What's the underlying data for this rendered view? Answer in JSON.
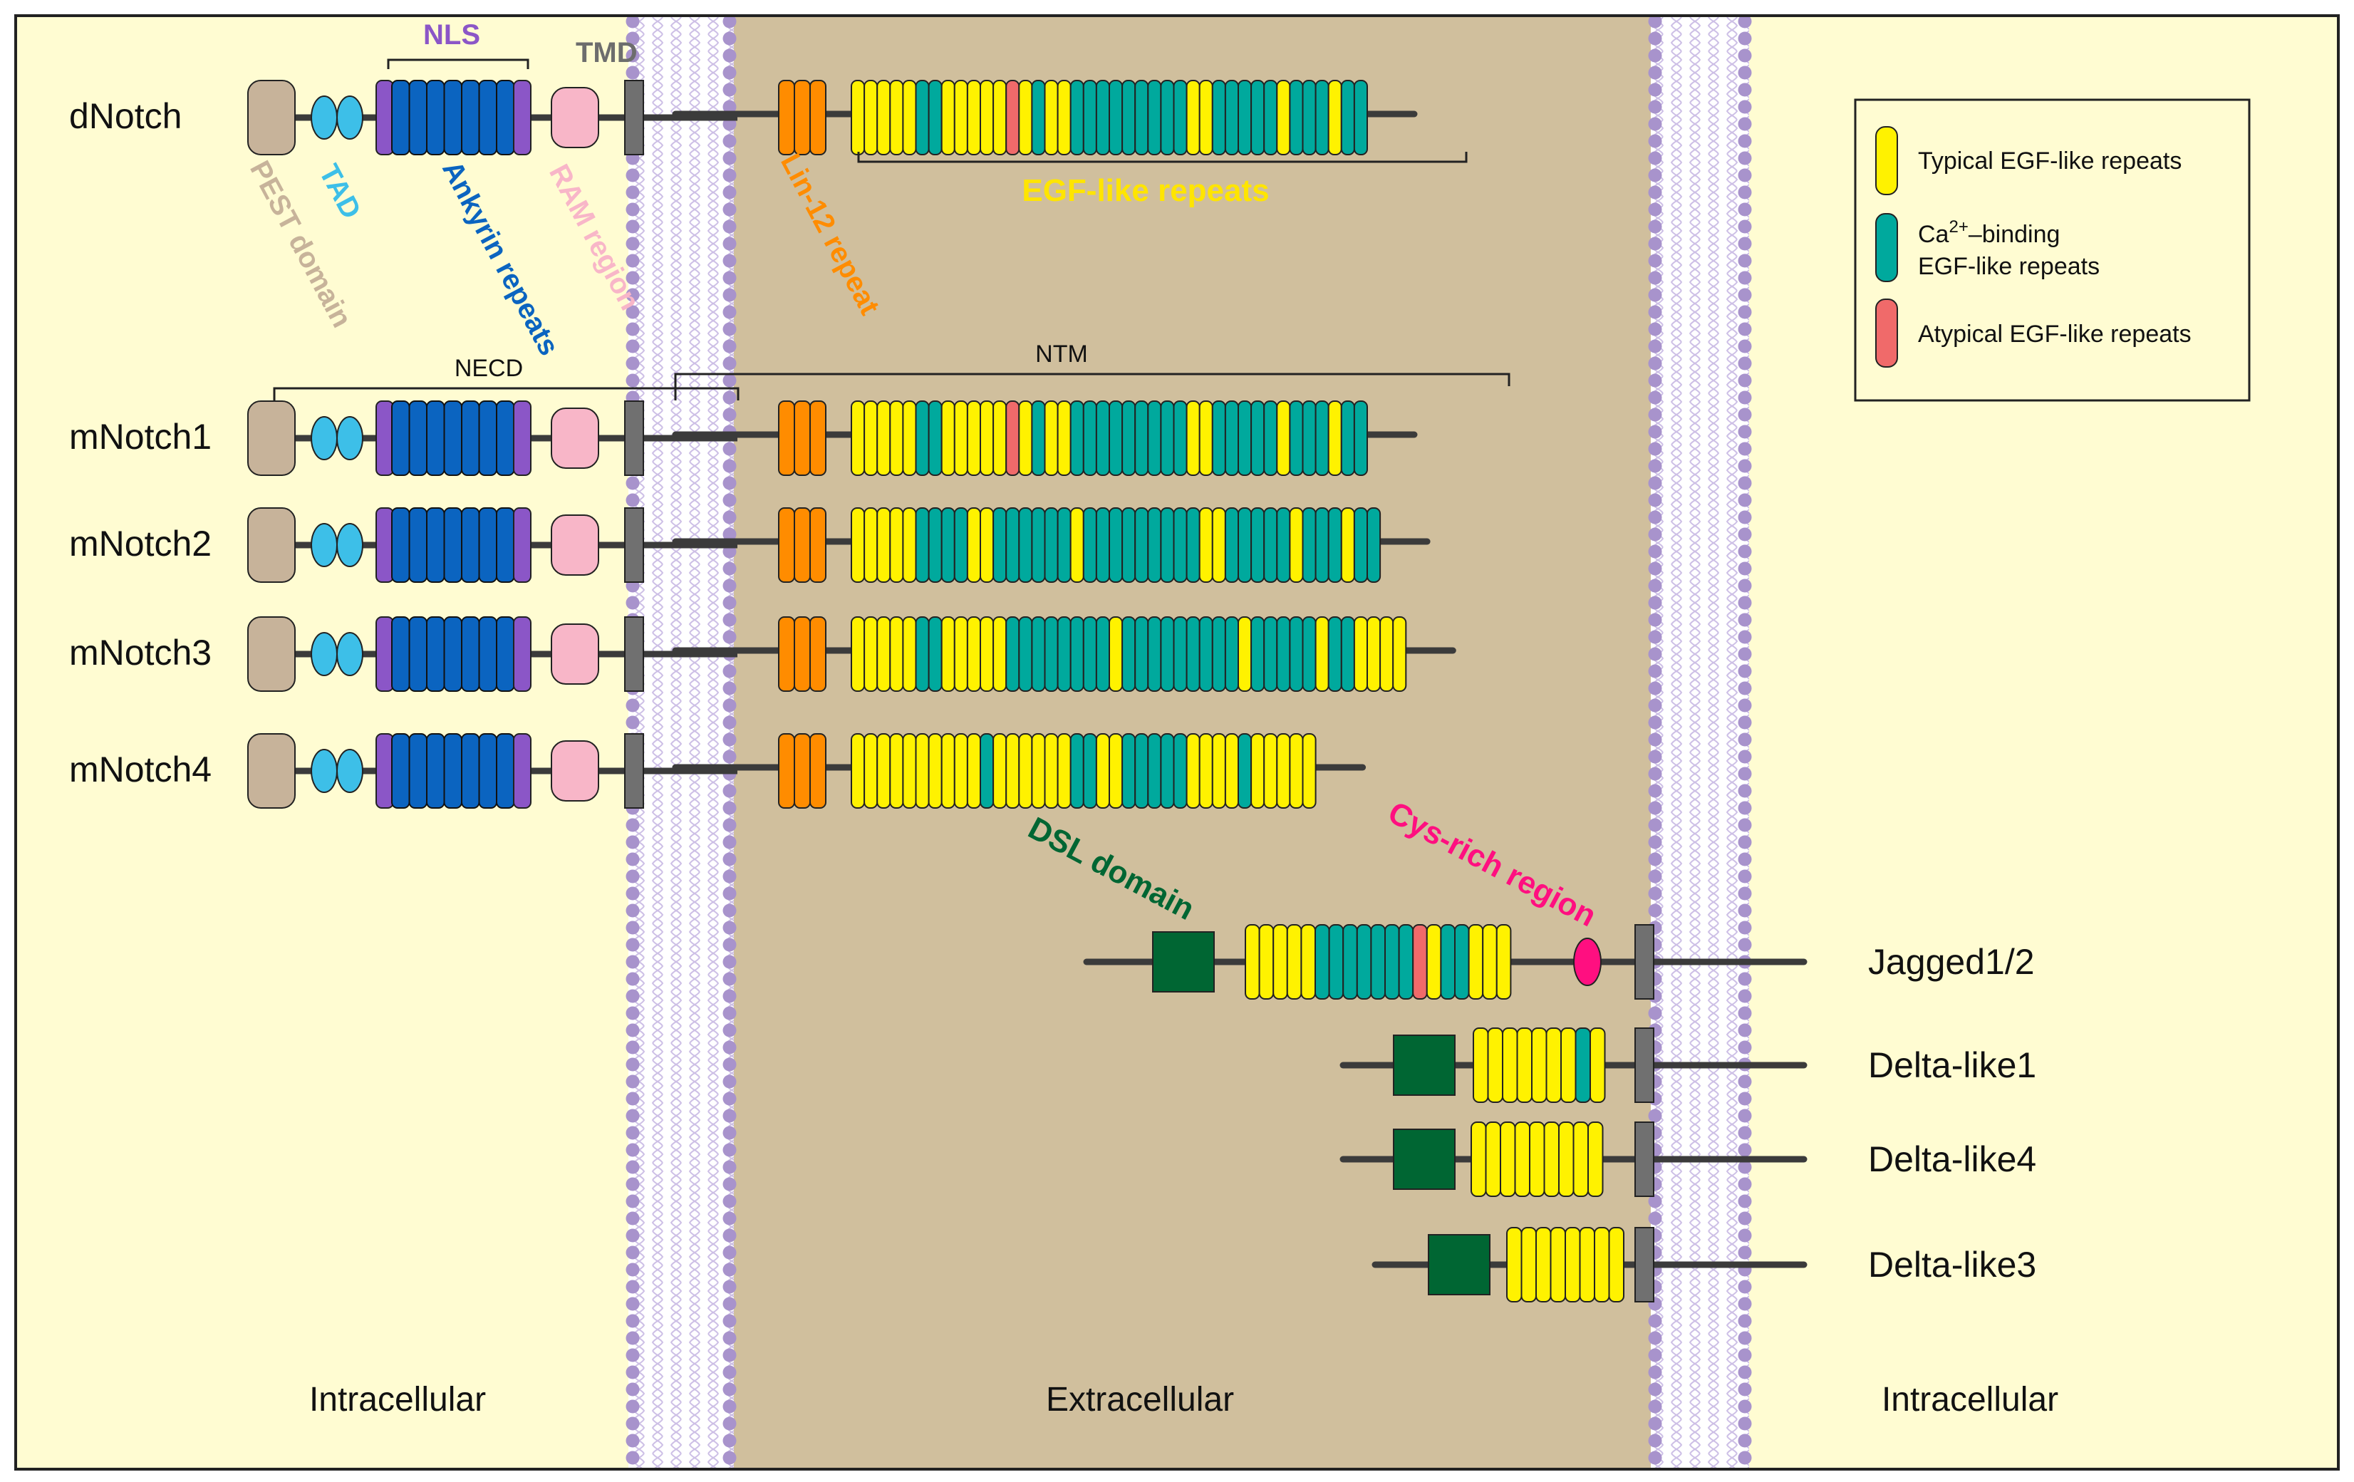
{
  "colors": {
    "intracellular_bg": "#fffcd2",
    "extracellular_bg": "#d0bf9d",
    "membrane_dot": "#a893cc",
    "typical_egf": "#fff200",
    "ca_binding_egf": "#00a99d",
    "atypical_egf": "#f06a6a",
    "pest": "#c7b39a",
    "tad": "#3dbfe8",
    "ankyrin": "#0b64c0",
    "nls": "#8b56c7",
    "ram": "#f8b6c8",
    "tmd": "#707070",
    "lin12": "#ff8c00",
    "dsl": "#006633",
    "cys_rich": "#ff0f80",
    "egf_label": "#ffe500"
  },
  "regions": {
    "left": "Intracellular",
    "middle": "Extracellular",
    "right": "Intracellular"
  },
  "domain_labels": {
    "nls": "NLS",
    "tmd": "TMD",
    "pest": "PEST domain",
    "tad": "TAD",
    "ankyrin": "Ankyrin repeats",
    "ram": "RAM region",
    "lin12": "Lin-12 repeat",
    "egf": "EGF-like repeats",
    "necd": "NECD",
    "ntm": "NTM",
    "dsl": "DSL domain",
    "cys": "Cys-rich region"
  },
  "legend": {
    "typical": "Typical EGF-like repeats",
    "ca_prefix": "Ca",
    "ca_sup": "2+",
    "ca_suffix": "–binding",
    "ca_line2": "EGF-like repeats",
    "atypical": "Atypical EGF-like repeats"
  },
  "notch_receptors": [
    {
      "name": "dNotch",
      "egf": "YYYYYTTYYYYYAYTYYTTTTTTTTTYYTTTTTYTTTYTT"
    },
    {
      "name": "mNotch1",
      "egf": "YYYYYTTYYYYYAYTYYTTTTTTTTTYYTTTTTYTTTYTT"
    },
    {
      "name": "mNotch2",
      "egf": "YYYYYTTTTYYTTTTTTYTTTTTTTTTYYTTTTTYTTTYTT"
    },
    {
      "name": "mNotch3",
      "egf": "YYYYYTTYYYYYTTTTTTTTYTTTTTTTTTYTTTTTYTTYYYY"
    },
    {
      "name": "mNotch4",
      "egf": "YYYYYYYYYYTYYYYYYTTYYTTTTTYYYYTYYYYY"
    }
  ],
  "ligands": [
    {
      "name": "Jagged1/2",
      "egf": "YYYYYTTTTTTTAYTTYYY",
      "cys_rich": true
    },
    {
      "name": "Delta-like1",
      "egf": "YYYYYYYTY",
      "cys_rich": false
    },
    {
      "name": "Delta-like4",
      "egf": "YYYYYYYYY",
      "cys_rich": false
    },
    {
      "name": "Delta-like3",
      "egf": "YYYYYYYY",
      "cys_rich": false
    }
  ]
}
